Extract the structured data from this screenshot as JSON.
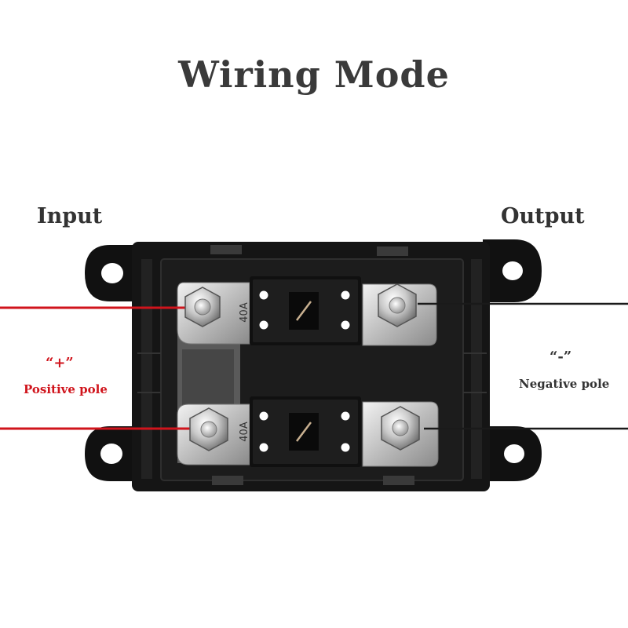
{
  "title": "Wiring Mode",
  "input_label": "Input",
  "output_label": "Output",
  "positive": {
    "symbol": "“+”",
    "label": "Positive pole",
    "color": "#d0141c"
  },
  "negative": {
    "symbol": "“-”",
    "label": "Negative pole",
    "color": "#1a1a1a"
  },
  "fuses": [
    {
      "rating": "40A"
    },
    {
      "rating": "40A"
    }
  ]
}
